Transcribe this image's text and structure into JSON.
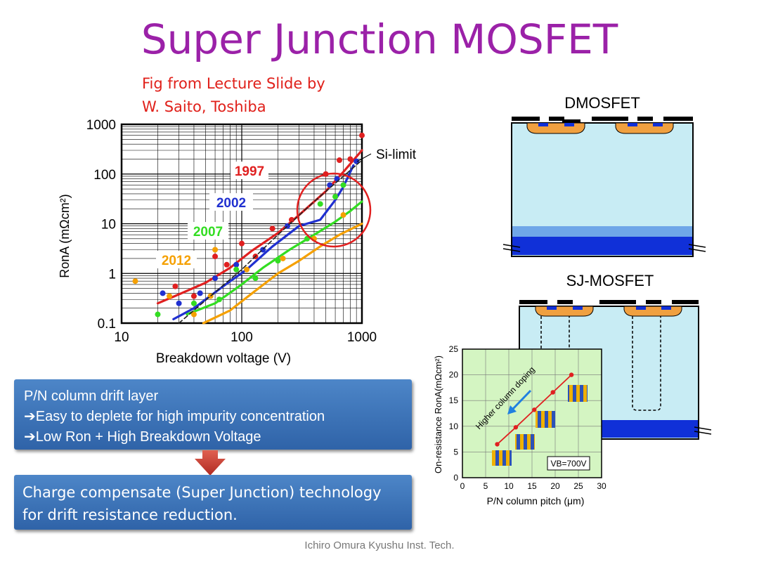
{
  "title": "Super Junction MOSFET",
  "credit": {
    "line1": "Fig from Lecture Slide by",
    "line2": "W. Saito, Toshiba"
  },
  "bullets": {
    "heading": "P/N column drift layer",
    "item1": "Easy to deplete for high impurity concentration",
    "item2": "Low Ron + High Breakdown Voltage"
  },
  "conclusion": {
    "line1": "Charge compensate (Super Junction) technology",
    "line2": "for drift resistance reduction."
  },
  "devices": {
    "dmosfet_label": "DMOSFET",
    "sj_label": "SJ-MOSFET"
  },
  "footer": "Ichiro Omura Kyushu Inst. Tech.",
  "colors": {
    "title": "#9b21a8",
    "credit": "#e0201a",
    "box": "#3a72b8"
  },
  "chart_data": [
    {
      "type": "scatter",
      "title": "",
      "xlabel": "Breakdown voltage (V)",
      "ylabel": "RonA  (mΩcm²)",
      "xscale": "log",
      "yscale": "log",
      "xlim": [
        10,
        1000
      ],
      "ylim": [
        0.1,
        1000
      ],
      "xticks": [
        "10",
        "100",
        "1000"
      ],
      "yticks": [
        "0.1",
        "1",
        "10",
        "100",
        "1000"
      ],
      "grid": true,
      "annotations": {
        "si_limit": "Si-limit"
      },
      "series": [
        {
          "name": "1997",
          "color": "#e02020",
          "curve": [
            [
              20,
              0.25
            ],
            [
              30,
              0.38
            ],
            [
              50,
              0.65
            ],
            [
              80,
              1.3
            ],
            [
              120,
              2.8
            ],
            [
              200,
              6.5
            ],
            [
              300,
              15
            ],
            [
              500,
              45
            ],
            [
              700,
              110
            ],
            [
              1000,
              300
            ]
          ],
          "points": [
            [
              28,
              0.55
            ],
            [
              40,
              0.35
            ],
            [
              60,
              2.2
            ],
            [
              75,
              1.5
            ],
            [
              100,
              4
            ],
            [
              130,
              2.2
            ],
            [
              180,
              8
            ],
            [
              260,
              12
            ],
            [
              500,
              100
            ],
            [
              650,
              190
            ],
            [
              800,
              200
            ],
            [
              1000,
              600
            ]
          ]
        },
        {
          "name": "2002",
          "color": "#2030d0",
          "curve": [
            [
              27,
              0.12
            ],
            [
              40,
              0.2
            ],
            [
              70,
              0.55
            ],
            [
              110,
              1.2
            ],
            [
              180,
              3.5
            ],
            [
              300,
              9
            ],
            [
              450,
              12
            ],
            [
              600,
              30
            ],
            [
              700,
              55
            ],
            [
              850,
              150
            ]
          ],
          "points": [
            [
              22,
              0.4
            ],
            [
              30,
              0.25
            ],
            [
              45,
              0.4
            ],
            [
              60,
              0.8
            ],
            [
              90,
              1.5
            ],
            [
              150,
              3
            ],
            [
              240,
              9
            ],
            [
              540,
              60
            ],
            [
              620,
              80
            ],
            [
              900,
              180
            ]
          ]
        },
        {
          "name": "2007",
          "color": "#33dd22",
          "curve": [
            [
              35,
              0.15
            ],
            [
              60,
              0.25
            ],
            [
              100,
              0.6
            ],
            [
              150,
              1.3
            ],
            [
              250,
              3
            ],
            [
              400,
              6
            ],
            [
              600,
              11
            ],
            [
              800,
              18
            ],
            [
              1000,
              28
            ]
          ],
          "points": [
            [
              20,
              0.15
            ],
            [
              40,
              0.25
            ],
            [
              65,
              0.3
            ],
            [
              90,
              1.2
            ],
            [
              130,
              0.8
            ],
            [
              200,
              1.8
            ],
            [
              350,
              5
            ],
            [
              450,
              25
            ],
            [
              600,
              35
            ],
            [
              700,
              60
            ]
          ]
        },
        {
          "name": "2012",
          "color": "#f5a000",
          "curve": [
            [
              48,
              0.1
            ],
            [
              80,
              0.18
            ],
            [
              130,
              0.45
            ],
            [
              200,
              1
            ],
            [
              300,
              1.8
            ],
            [
              450,
              3.5
            ],
            [
              650,
              6
            ],
            [
              1000,
              10
            ]
          ],
          "points": [
            [
              13,
              0.7
            ],
            [
              25,
              0.35
            ],
            [
              40,
              0.15
            ],
            [
              55,
              0.35
            ],
            [
              60,
              3
            ],
            [
              110,
              1.2
            ],
            [
              220,
              2
            ],
            [
              400,
              5
            ],
            [
              700,
              15
            ]
          ]
        },
        {
          "name": "Si-limit",
          "color": "#222222",
          "dashed": true,
          "curve": [
            [
              30,
              0.1
            ],
            [
              60,
              0.42
            ],
            [
              100,
              1.2
            ],
            [
              200,
              6
            ],
            [
              400,
              28
            ],
            [
              700,
              90
            ],
            [
              1000,
              190
            ]
          ]
        }
      ]
    },
    {
      "type": "line",
      "title": "",
      "xlabel": "P/N column pitch (μm)",
      "ylabel": "On-resistance RonA(mΩcm²)",
      "xlim": [
        0,
        30
      ],
      "ylim": [
        0,
        25
      ],
      "xticks": [
        "0",
        "5",
        "10",
        "15",
        "20",
        "25",
        "30"
      ],
      "yticks": [
        "0",
        "5",
        "10",
        "15",
        "20",
        "25"
      ],
      "grid": true,
      "annotations": {
        "arrow_label": "Higher column doping",
        "condition": "VB=700V"
      },
      "series": [
        {
          "color": "#e02020",
          "x": [
            7.5,
            11.5,
            15.5,
            19.5,
            23.5
          ],
          "y": [
            6.5,
            9.8,
            13.2,
            16.6,
            20
          ]
        }
      ]
    }
  ]
}
